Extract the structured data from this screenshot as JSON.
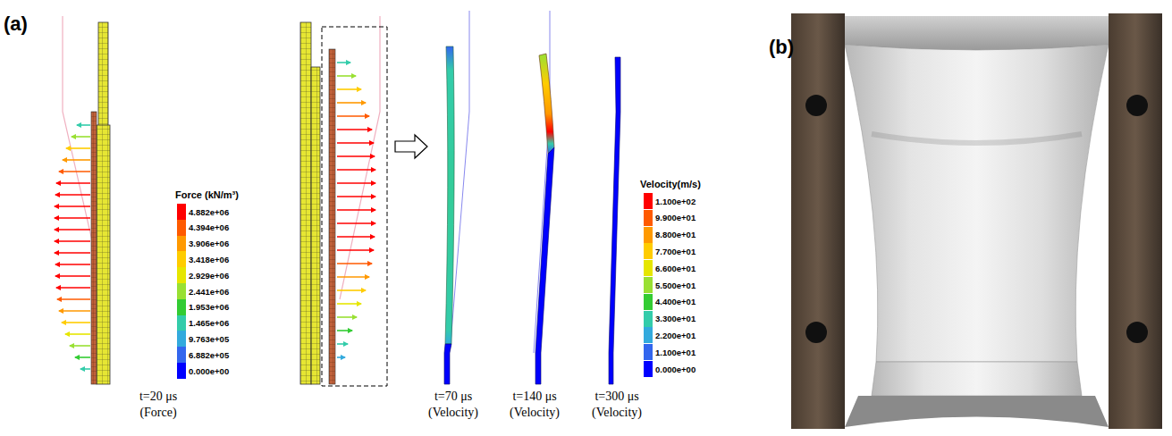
{
  "diagram": {
    "labels": [
      "(a)",
      "(b)",
      "Force (kN/m³)",
      "Velocity(m/s)",
      "t=20 μs",
      "(Force)",
      "t=70 μs",
      "(Velocity)",
      "t=140 μs",
      "(Velocity)",
      "t=300 μs",
      "(Velocity)"
    ],
    "legend": [
      {
        "text": "4.882e+06",
        "color": "#ff0000"
      },
      {
        "text": "4.394e+06",
        "color": "#ff5a00"
      },
      {
        "text": "3.906e+06",
        "color": "#ff9900"
      },
      {
        "text": "3.418e+06",
        "color": "#ffcc00"
      },
      {
        "text": "2.929e+06",
        "color": "#e6e600"
      },
      {
        "text": "2.441e+06",
        "color": "#99e033"
      },
      {
        "text": "1.953e+06",
        "color": "#33cc33"
      },
      {
        "text": "1.465e+06",
        "color": "#33ccaa"
      },
      {
        "text": "9.763e+05",
        "color": "#33aadd"
      },
      {
        "text": "6.882e+05",
        "color": "#3366ee"
      },
      {
        "text": "0.000e+00",
        "color": "#0000ff"
      },
      {
        "text": "1.100e+02",
        "color": "#ff0000"
      },
      {
        "text": "9.900e+01",
        "color": "#ff5a00"
      },
      {
        "text": "8.800e+01",
        "color": "#ff9900"
      },
      {
        "text": "7.700e+01",
        "color": "#ffcc00"
      },
      {
        "text": "6.600e+01",
        "color": "#e6e600"
      },
      {
        "text": "5.500e+01",
        "color": "#99e033"
      },
      {
        "text": "4.400e+01",
        "color": "#33cc33"
      },
      {
        "text": "3.300e+01",
        "color": "#33ccaa"
      },
      {
        "text": "2.200e+01",
        "color": "#33aadd"
      },
      {
        "text": "1.100e+01",
        "color": "#3366ee"
      },
      {
        "text": "0.000e+00",
        "color": "#0000ff"
      }
    ]
  }
}
